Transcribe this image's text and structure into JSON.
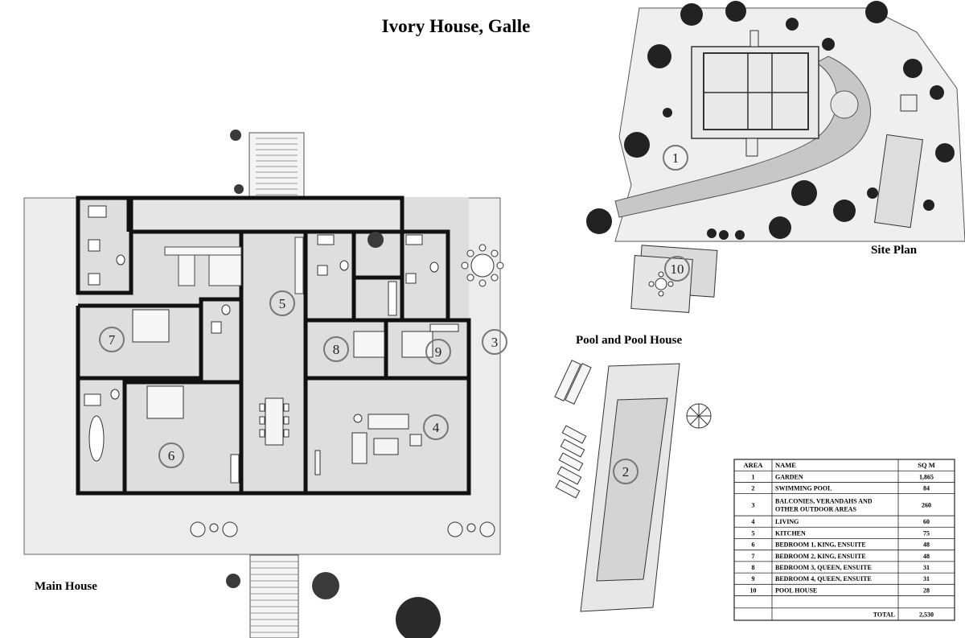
{
  "title": "Ivory House, Galle",
  "labels": {
    "main_house": "Main House",
    "site_plan": "Site Plan",
    "pool": "Pool and Pool House"
  },
  "room_numbers": [
    "1",
    "2",
    "3",
    "4",
    "5",
    "6",
    "7",
    "8",
    "9",
    "10"
  ],
  "area_table": {
    "headers": [
      "AREA",
      "NAME",
      "SQ M"
    ],
    "rows": [
      {
        "area": "1",
        "name": [
          "GARDEN"
        ],
        "sqm": "1,865"
      },
      {
        "area": "2",
        "name": [
          "SWIMMING POOL"
        ],
        "sqm": "84"
      },
      {
        "area": "3",
        "name": [
          "BALCONIES, VERANDAHS AND",
          "OTHER OUTDOOR AREAS"
        ],
        "sqm": "260"
      },
      {
        "area": "4",
        "name": [
          "LIVING"
        ],
        "sqm": "60"
      },
      {
        "area": "5",
        "name": [
          "KITCHEN"
        ],
        "sqm": "75"
      },
      {
        "area": "6",
        "name": [
          "BEDROOM 1, KING, ENSUITE"
        ],
        "sqm": "48"
      },
      {
        "area": "7",
        "name": [
          "BEDROOM 2, KING, ENSUITE"
        ],
        "sqm": "48"
      },
      {
        "area": "8",
        "name": [
          "BEDROOM 3, QUEEN, ENSUITE"
        ],
        "sqm": "31"
      },
      {
        "area": "9",
        "name": [
          "BEDROOM 4, QUEEN, ENSUITE"
        ],
        "sqm": "31"
      },
      {
        "area": "10",
        "name": [
          "POOL HOUSE"
        ],
        "sqm": "28"
      }
    ],
    "total_label": "TOTAL",
    "total_value": "2,530"
  },
  "colors": {
    "wall": "#111111",
    "floor": "#e4e4e4",
    "veranda": "#ececec",
    "site": "#efefef",
    "driveway": "#c9c9c9",
    "tree": "#222222"
  }
}
